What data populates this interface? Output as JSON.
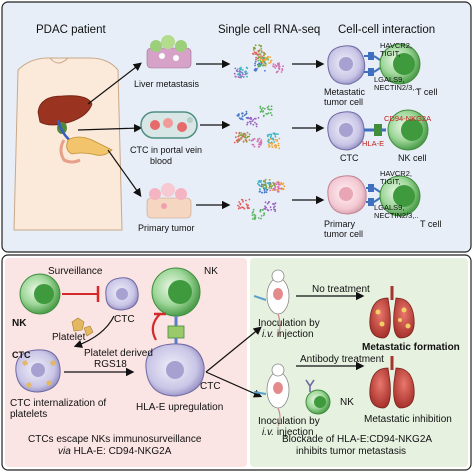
{
  "top": {
    "patient_label": "PDAC patient",
    "rnaseq_label": "Single cell RNA-seq",
    "interaction_label": "Cell-cell interaction",
    "liver_label": "Liver metastasis",
    "ctc_portal_label": "CTC in portal vein",
    "ctc_portal_label2": "blood",
    "primary_label": "Primary tumor",
    "row1": {
      "ligands": "HAVCR2,",
      "ligands2": "TIGIT,",
      "ligands3": "LGALS9,",
      "ligands4": "NECTIN2/3,..",
      "left_cell": "Metastatic",
      "left_cell2": "tumor cell",
      "right_cell": "T cell"
    },
    "row2": {
      "receptor": "CD94-NKG2A",
      "ligand": "HLA-E",
      "left_cell": "CTC",
      "right_cell": "NK cell"
    },
    "row3": {
      "ligands": "HAVCR2,",
      "ligands2": "TIGIT,",
      "ligands3": "LGALS9,",
      "ligands4": "NECTIN2/3,..",
      "left_cell": "Primary",
      "left_cell2": "tumor cell",
      "right_cell": "T cell"
    }
  },
  "bottom_left": {
    "surveillance": "Surveillance",
    "nk": "NK",
    "ctc_top": "CTC",
    "platelet": "Platelet",
    "platelet_derived": "Platelet derived",
    "rgs18": "RGS18",
    "ctc_left": "CTC",
    "internalization": "CTC internalization of",
    "internalization2": "platelets",
    "nk_big": "NK",
    "ctc_big": "CTC",
    "hla_up": "HLA-E upregulation",
    "caption1": "CTCs escape NKs immunosurveillance",
    "caption2_via": "via",
    "caption2": " HLA-E: CD94-NKG2A"
  },
  "bottom_right": {
    "no_treatment": "No treatment",
    "inoc1": "Inoculation by",
    "inoc1_b": "i.v.",
    "inoc1_c": " injection",
    "metastatic_formation": "Metastatic formation",
    "antibody": "Antibody treatment",
    "nk": "NK",
    "inoc2": "Inoculation by",
    "inoc2_b": "i.v.",
    "inoc2_c": " injection",
    "metastatic_inhibition": "Metastatic inhibition",
    "caption1": "Blockade of HLA-E:CD94-NKG2A",
    "caption2": "inhibits tumor metastasis"
  },
  "colors": {
    "top_bg": "#e8eef7",
    "bottom_left_bg": "#fbe4e4",
    "bottom_right_bg": "#e6f1e0",
    "tumor_cell": "#b9b6d9",
    "nk_cell": "#7cc57a",
    "ctc_pink": "#f3c8d2",
    "inhibit_red": "#d42a2a",
    "lung_red": "#c9463f"
  }
}
